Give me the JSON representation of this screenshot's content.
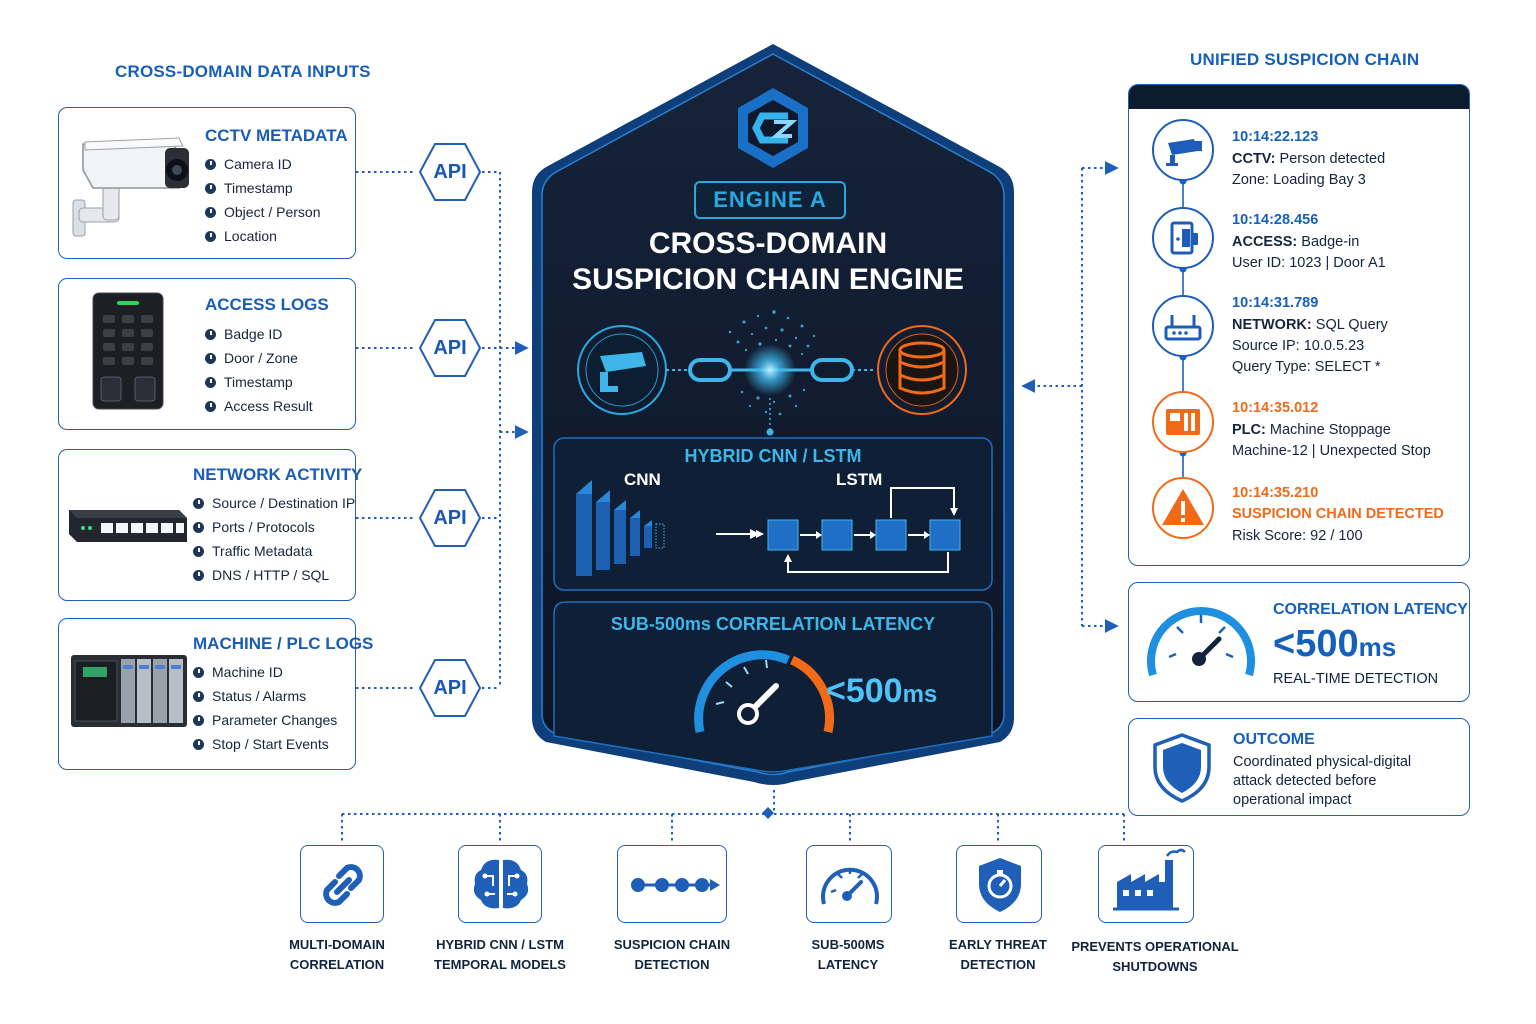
{
  "inputs": {
    "title": "CROSS-DOMAIN DATA INPUTS",
    "api_label": "API",
    "cards": [
      {
        "title": "CCTV METADATA",
        "icon": "cctv-camera-icon",
        "items": [
          "Camera ID",
          "Timestamp",
          "Object / Person",
          "Location"
        ]
      },
      {
        "title": "ACCESS LOGS",
        "icon": "keypad-reader-icon",
        "items": [
          "Badge ID",
          "Door / Zone",
          "Timestamp",
          "Access Result"
        ]
      },
      {
        "title": "NETWORK ACTIVITY",
        "icon": "network-switch-icon",
        "items": [
          "Source / Destination IP",
          "Ports / Protocols",
          "Traffic Metadata",
          "DNS / HTTP / SQL"
        ]
      },
      {
        "title": "MACHINE / PLC LOGS",
        "icon": "plc-rack-icon",
        "items": [
          "Machine ID",
          "Status / Alarms",
          "Parameter Changes",
          "Stop / Start Events"
        ]
      }
    ]
  },
  "engine": {
    "badge": "ENGINE A",
    "title_line1": "CROSS-DOMAIN",
    "title_line2": "SUSPICION CHAIN ENGINE",
    "model_title": "HYBRID CNN / LSTM",
    "cnn_label": "CNN",
    "lstm_label": "LSTM",
    "latency_title": "SUB-500ms CORRELATION LATENCY",
    "latency_value": "<500",
    "latency_unit": "ms",
    "accent": "#29a8e0",
    "orange": "#f06a18"
  },
  "chain": {
    "title": "UNIFIED SUSPICION CHAIN",
    "events": [
      {
        "time": "10:14:22.123",
        "icon": "cctv-icon",
        "source": "CCTV:",
        "line1": " Person detected",
        "line2": "Zone: Loading Bay 3",
        "line3": ""
      },
      {
        "time": "10:14:28.456",
        "icon": "badge-door-icon",
        "source": "ACCESS:",
        "line1": " Badge-in",
        "line2": "User ID: 1023  |  Door A1",
        "line3": ""
      },
      {
        "time": "10:14:31.789",
        "icon": "router-icon",
        "source": "NETWORK:",
        "line1": " SQL Query",
        "line2": "Source IP: 10.0.5.23",
        "line3": "Query Type: SELECT *"
      },
      {
        "time": "10:14:35.012",
        "icon": "plc-machine-icon",
        "source": "PLC:",
        "line1": " Machine Stoppage",
        "line2": "Machine-12  |  Unexpected Stop",
        "line3": ""
      },
      {
        "time": "10:14:35.210",
        "icon": "warning-icon",
        "source": "",
        "line1": "SUSPICION CHAIN DETECTED",
        "line2": "Risk Score: 92 / 100",
        "line3": ""
      }
    ]
  },
  "latency_card": {
    "title": "CORRELATION LATENCY",
    "value": "<500",
    "unit": "ms",
    "caption": "REAL-TIME DETECTION"
  },
  "outcome_card": {
    "title": "OUTCOME",
    "line1": "Coordinated physical-digital",
    "line2": "attack detected before",
    "line3": "operational impact"
  },
  "features": [
    {
      "icon": "chain-link-icon",
      "line1": "MULTI-DOMAIN",
      "line2": "CORRELATION"
    },
    {
      "icon": "brain-circuit-icon",
      "line1": "HYBRID CNN / LSTM",
      "line2": "TEMPORAL MODELS"
    },
    {
      "icon": "node-chain-icon",
      "line1": "SUSPICION CHAIN",
      "line2": "DETECTION"
    },
    {
      "icon": "speedometer-icon",
      "line1": "SUB-500ms",
      "line2": "LATENCY"
    },
    {
      "icon": "shield-timer-icon",
      "line1": "EARLY THREAT",
      "line2": "DETECTION"
    },
    {
      "icon": "factory-icon",
      "line1": "PREVENTS OPERATIONAL",
      "line2": "SHUTDOWNS"
    }
  ]
}
